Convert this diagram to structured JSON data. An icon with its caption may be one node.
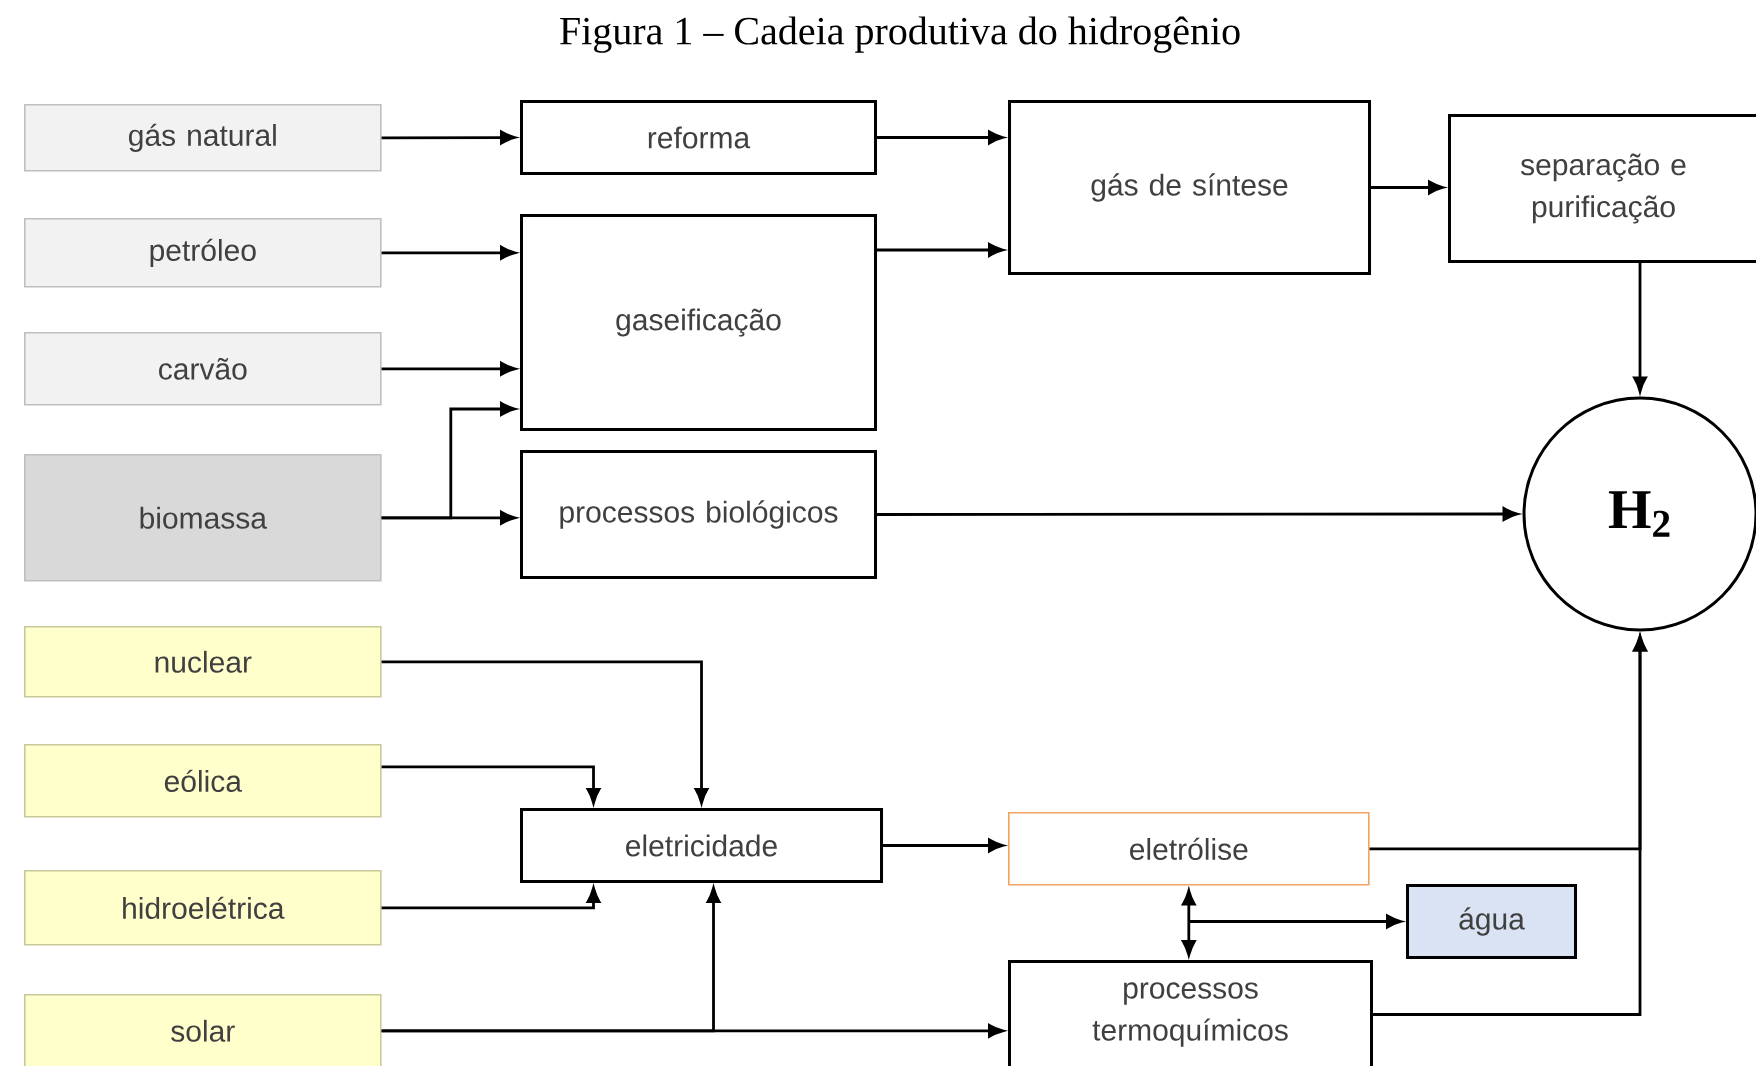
{
  "diagram": {
    "title": "Figura 1 – Cadeia produtiva do hidrogênio",
    "nodes": [
      {
        "text": [
          "gás natural"
        ]
      },
      {
        "text": [
          "petróleo"
        ]
      },
      {
        "text": [
          "carvão"
        ]
      },
      {
        "text": [
          "biomassa"
        ]
      },
      {
        "text": [
          "reforma"
        ]
      },
      {
        "text": [
          "gaseificação"
        ]
      },
      {
        "text": [
          "processos biológicos"
        ]
      },
      {
        "text": [
          "gás de síntese"
        ]
      },
      {
        "text": [
          "separação e purificação"
        ]
      },
      {
        "text": [
          "H$_{2}$"
        ]
      },
      {
        "text": [
          "nuclear"
        ]
      },
      {
        "text": [
          "eólica"
        ]
      },
      {
        "text": [
          "hidroelétrica"
        ]
      },
      {
        "text": [
          "solar"
        ]
      },
      {
        "text": [
          "eletricidade"
        ]
      },
      {
        "text": [
          "eletrólise"
        ]
      },
      {
        "text": [
          "água"
        ]
      },
      {
        "text": [
          "processos termoquímicos"
        ]
      }
    ],
    "edges": [
      {
        "from": 0,
        "to": 4,
        "arrow": "to"
      },
      {
        "from": 4,
        "to": 7,
        "arrow": "to"
      },
      {
        "from": 1,
        "to": 5,
        "arrow": "to"
      },
      {
        "from": 2,
        "to": 5,
        "arrow": "to"
      },
      {
        "from": 3,
        "to": 5,
        "arrow": "to"
      },
      {
        "from": 3,
        "to": 6,
        "arrow": "to"
      },
      {
        "from": 5,
        "to": 7,
        "arrow": "to"
      },
      {
        "from": 7,
        "to": 8,
        "arrow": "to"
      },
      {
        "from": 8,
        "to": 9,
        "arrow": "to"
      },
      {
        "from": 6,
        "to": 9,
        "arrow": "to"
      },
      {
        "from": 10,
        "to": 14,
        "arrow": "to"
      },
      {
        "from": 11,
        "to": 14,
        "arrow": "to"
      },
      {
        "from": 12,
        "to": 14,
        "arrow": "to"
      },
      {
        "from": 13,
        "to": 14,
        "arrow": "to"
      },
      {
        "from": 13,
        "to": 17,
        "arrow": "to"
      },
      {
        "from": 14,
        "to": 15,
        "arrow": "to"
      },
      {
        "from": 15,
        "to": 9,
        "arrow": "to"
      },
      {
        "from": 17,
        "to": 9,
        "arrow": "to"
      },
      {
        "from": 15,
        "to": 17,
        "arrow": "both"
      },
      {
        "from": 15,
        "to": 16,
        "arrow": "to"
      }
    ]
  }
}
